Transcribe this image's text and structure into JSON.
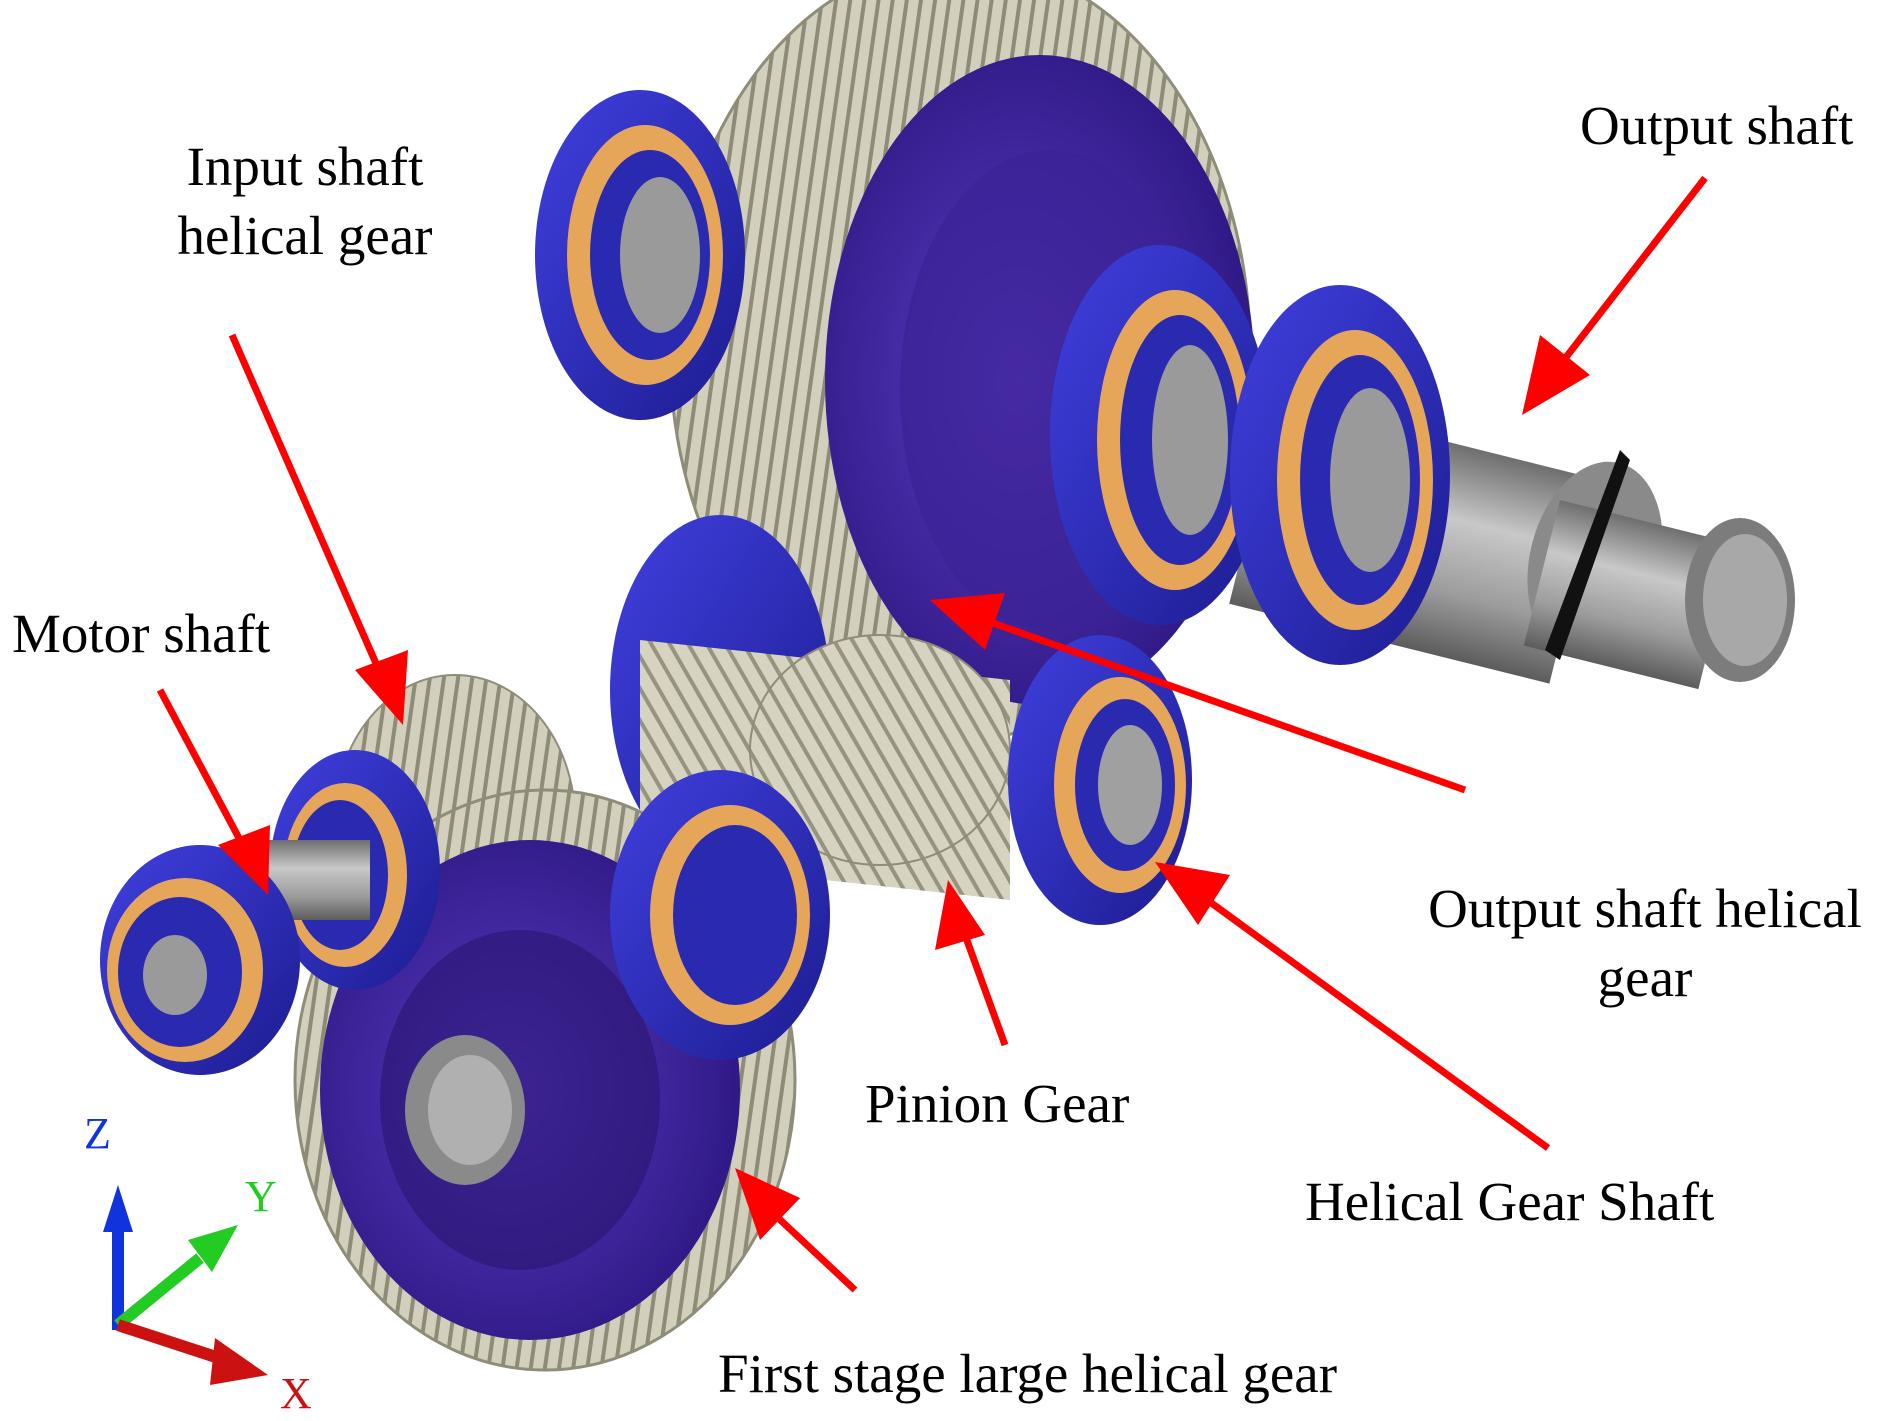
{
  "labels": {
    "output_shaft": "Output shaft",
    "input_shaft_gear": [
      "Input shaft",
      "helical gear"
    ],
    "motor_shaft": "Motor shaft",
    "output_shaft_gear": [
      "Output shaft helical",
      "gear"
    ],
    "pinion_gear": "Pinion Gear",
    "helical_gear_shaft": "Helical Gear Shaft",
    "first_stage_gear": "First stage large helical gear"
  },
  "axes": {
    "x": "X",
    "y": "Y",
    "z": "Z"
  },
  "colors": {
    "bearing": "#2e2ec8",
    "bearing_dark": "#1a1a8a",
    "rollers": "#e6a65a",
    "gear": "#cfcdb8",
    "gear_dark": "#8f8d78",
    "web": "#4a2aa8",
    "shaft": "#9a9a9a",
    "arrow": "#ff0000",
    "axis_x": "#cc1111",
    "axis_y": "#22cc22",
    "axis_z": "#1133dd"
  }
}
